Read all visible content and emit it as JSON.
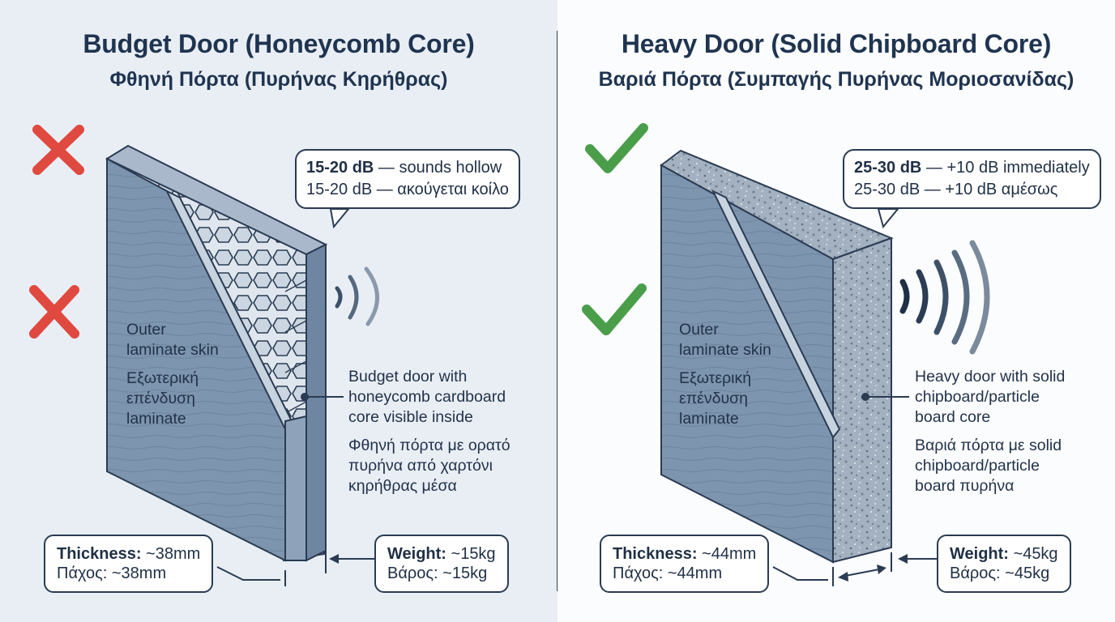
{
  "left": {
    "title_en": "Budget Door (Honeycomb Core)",
    "title_gr": "Φθηνή Πόρτα (Πυρήνας Κηρήθρας)",
    "sound": {
      "bold": "15-20 dB",
      "en_rest": " — sounds hollow",
      "gr": "15-20 dB — ακούγεται κοίλο"
    },
    "skin_label": {
      "en_line1": "Outer",
      "en_line2": "laminate skin",
      "gr_line1": "Εξωτερική",
      "gr_line2": "επένδυση",
      "gr_line3": "laminate"
    },
    "core_label": {
      "en_line1": "Budget door with",
      "en_line2": "honeycomb cardboard",
      "en_line3": "core visible inside",
      "gr_line1": "Φθηνή πόρτα με ορατό",
      "gr_line2": "πυρήνα από χαρτόνι",
      "gr_line3": "κηρήθρας μέσα"
    },
    "thickness": {
      "label_en": "Thickness:",
      "value": " ~38mm",
      "label_gr": "Πάχος:",
      "value_gr": " ~38mm"
    },
    "weight": {
      "label_en": "Weight:",
      "value": " ~15kg",
      "label_gr": "Βάρος:",
      "value_gr": " ~15kg"
    },
    "marks": [
      "cross-icon",
      "cross-icon"
    ],
    "accent_color": "#e0493f"
  },
  "right": {
    "title_en": "Heavy Door (Solid Chipboard Core)",
    "title_gr": "Βαριά Πόρτα (Συμπαγής Πυρήνας Μοριοσανίδας)",
    "sound": {
      "bold": "25-30 dB",
      "en_rest": " — +10 dB immediately",
      "gr": "25-30 dB — +10 dB αμέσως"
    },
    "skin_label": {
      "en_line1": "Outer",
      "en_line2": "laminate skin",
      "gr_line1": "Εξωτερική",
      "gr_line2": "επένδυση",
      "gr_line3": "laminate"
    },
    "core_label": {
      "en_line1": "Heavy door with solid",
      "en_line2": "chipboard/particle",
      "en_line3": "board core",
      "gr_line1": "Βαριά πόρτα με solid",
      "gr_line2": "chipboard/particle",
      "gr_line3": "board πυρήνα"
    },
    "thickness": {
      "label_en": "Thickness:",
      "value": " ~44mm",
      "label_gr": "Πάχος:",
      "value_gr": " ~44mm"
    },
    "weight": {
      "label_en": "Weight:",
      "value": " ~45kg",
      "label_gr": "Βάρος:",
      "value_gr": " ~45kg"
    },
    "marks": [
      "check-icon",
      "check-icon"
    ],
    "accent_color": "#4a9e4a"
  },
  "colors": {
    "door_face": "#7c93ad",
    "door_edge": "#5f7590",
    "outline": "#2a3b52"
  }
}
